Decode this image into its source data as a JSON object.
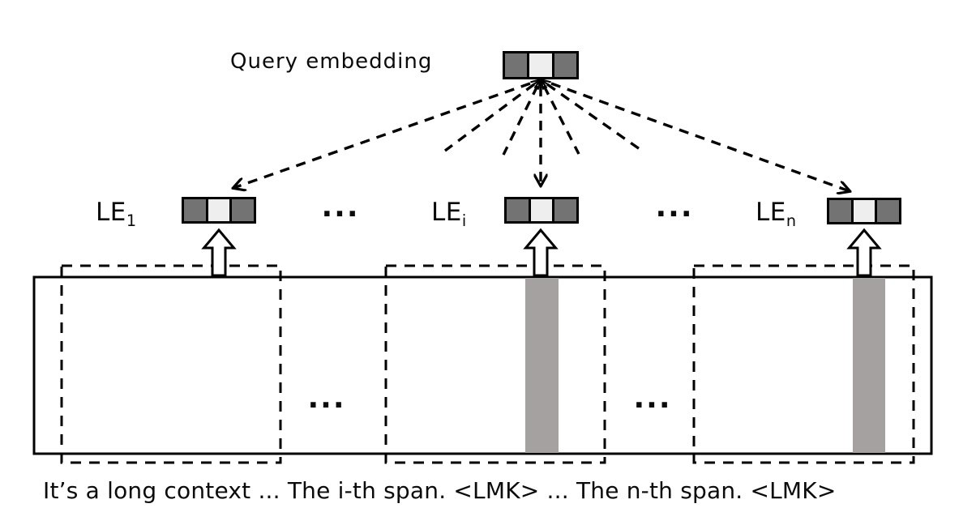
{
  "figure": {
    "query_label": "Query embedding",
    "landmarks": [
      {
        "main": "LE",
        "sub": "1"
      },
      {
        "main": "LE",
        "sub": "i"
      },
      {
        "main": "LE",
        "sub": "n"
      }
    ],
    "ellipsis": "...",
    "caption": "It’s a long context ... The i-th span. <LMK> ... The n-th span. <LMK>",
    "colors": {
      "embedding_dark": "#737373",
      "embedding_light": "#eeeeee",
      "lmk_highlight": "#a5a1a1",
      "line": "#000000",
      "background": "#ffffff"
    }
  }
}
